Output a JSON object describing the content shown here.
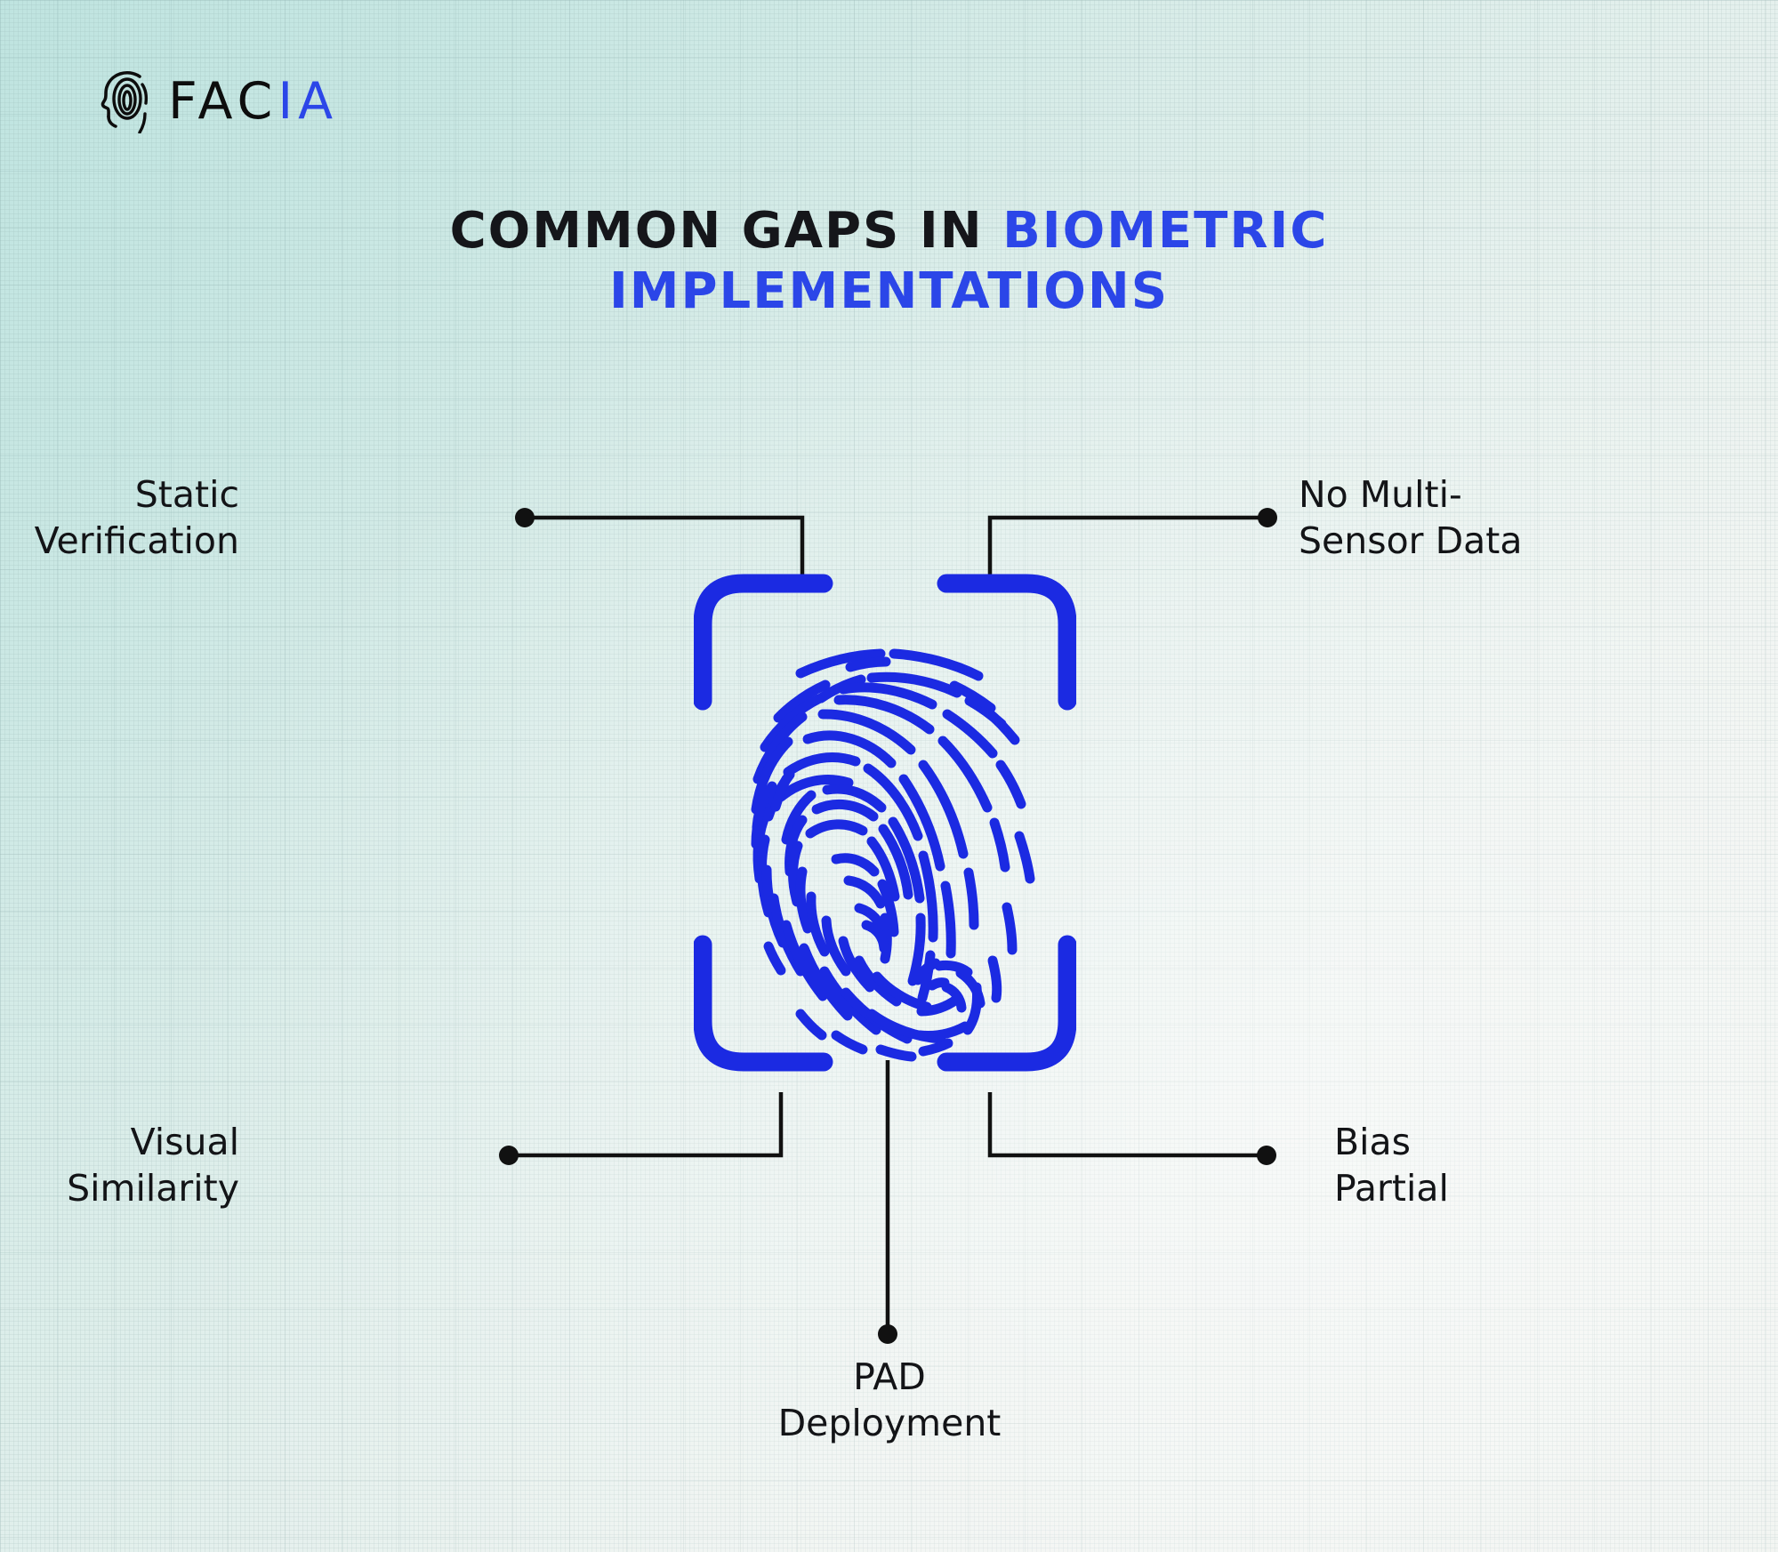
{
  "brand": {
    "logo_icon": "fingerprint-head-icon",
    "name_primary": "FAC",
    "name_accent": "IA",
    "accent_color": "#2b46e8"
  },
  "title": {
    "line1_dark": "COMMON GAPS IN ",
    "line1_accent": "BIOMETRIC",
    "line2_accent": "IMPLEMENTATIONS",
    "full_text": "COMMON GAPS IN BIOMETRIC IMPLEMENTATIONS"
  },
  "center_graphic": {
    "icon": "fingerprint-scan-icon",
    "color": "#1b2ae2",
    "description": "Fingerprint inside scanner corner brackets"
  },
  "gaps": [
    {
      "id": "static-verification",
      "label": "Static\nVerification",
      "position": "top-left"
    },
    {
      "id": "no-multi-sensor-data",
      "label": "No Multi-\nSensor Data",
      "position": "top-right"
    },
    {
      "id": "visual-similarity",
      "label": "Visual\nSimilarity",
      "position": "bottom-left"
    },
    {
      "id": "bias-partial",
      "label": "Bias\nPartial",
      "position": "bottom-right"
    },
    {
      "id": "pad-deployment",
      "label": "PAD\nDeployment",
      "position": "bottom-center"
    }
  ],
  "colors": {
    "accent_blue": "#2b46e8",
    "fingerprint_blue": "#1b2ae2",
    "text_dark": "#131417",
    "connector": "#111111",
    "bg_top_left": "#bfe4e0",
    "bg_bottom_right": "#f1f4f1"
  }
}
